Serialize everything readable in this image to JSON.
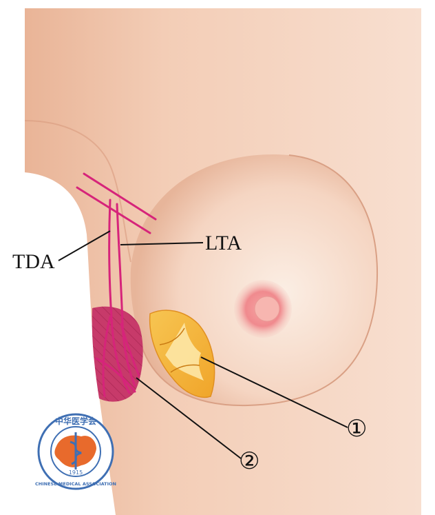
{
  "labels": {
    "tda": "TDA",
    "lta": "LTA",
    "marker_1": "①",
    "marker_2": "②"
  },
  "logo": {
    "text_top": "中华医学会",
    "text_bottom": "CHINESE MEDICAL ASSOCIATION",
    "year": "1915"
  },
  "colors": {
    "skin_light": "#f9e4d6",
    "skin_mid": "#efc2a8",
    "skin_shadow": "#e0a98c",
    "areola": "#f08a8e",
    "vessel": "#d6247a",
    "flap_1": "#f5b83a",
    "flap_2": "#c73a6a",
    "logo_blue": "#3f6fb3",
    "logo_orange": "#e86a2c"
  }
}
